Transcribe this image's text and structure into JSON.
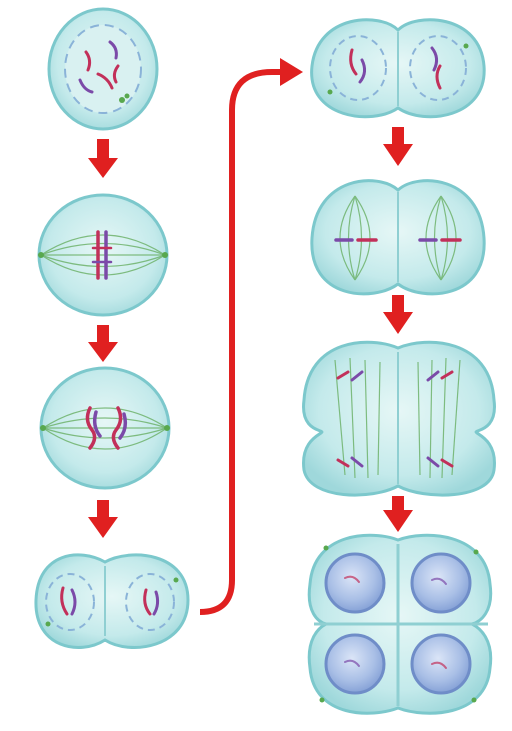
{
  "colors": {
    "cell_fill": "#bfe8ea",
    "cell_fill_light": "#dcf3f3",
    "cell_edge": "#7cc8cc",
    "cell_edge_dark": "#5fb4b8",
    "nucleus_fill": "#a9bfe6",
    "nucleus_edge": "#6f8dc8",
    "chromosome_red": "#c2305a",
    "chromosome_purple": "#7b4aa8",
    "spindle_green": "#6fb36c",
    "centrosome_green": "#58a84e",
    "arrow_red": "#e02020"
  },
  "stages": {
    "left_column": [
      "cell-interphase",
      "cell-prophase-metaphase",
      "cell-anaphase",
      "cell-telophase-cytokinesis"
    ],
    "right_column": [
      "cell-two-daughters",
      "cell-metaphase-ii",
      "cell-anaphase-ii",
      "cell-four-gametes"
    ]
  },
  "icons": {
    "down_arrow": "arrow-down-icon",
    "connector": "curved-connector-arrow-icon"
  }
}
